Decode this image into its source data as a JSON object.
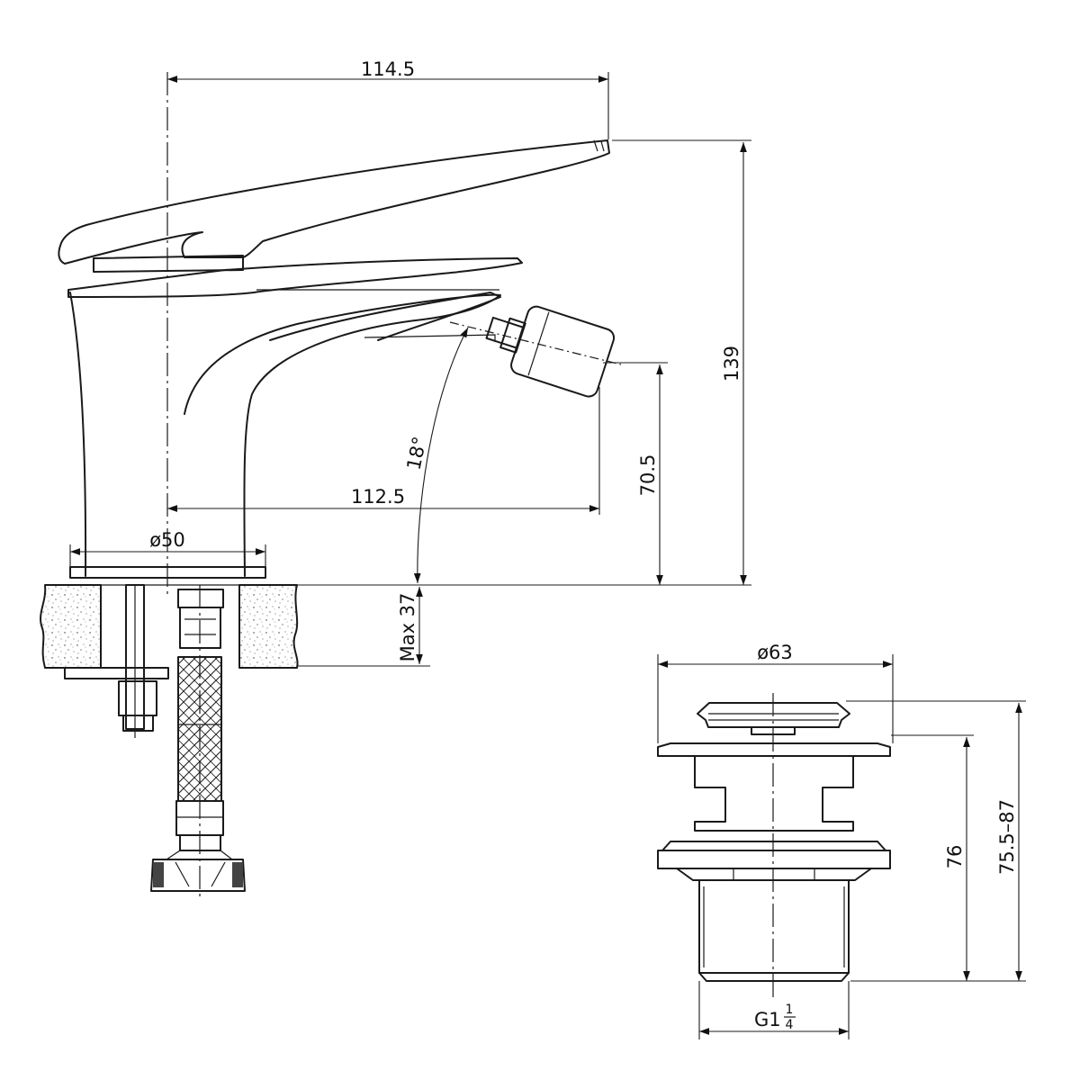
{
  "dimensions": {
    "width_overall": "114.5",
    "height_overall": "139",
    "spout_reach": "112.5",
    "spout_height": "70.5",
    "base_diameter": "ø50",
    "spray_angle": "18°",
    "deck_thickness": "Max 37",
    "waste_diameter": "ø63",
    "waste_height_fixed": "76",
    "waste_height_range": "75.5–87",
    "thread_main": "G1",
    "thread_num": "1",
    "thread_den": "4"
  }
}
